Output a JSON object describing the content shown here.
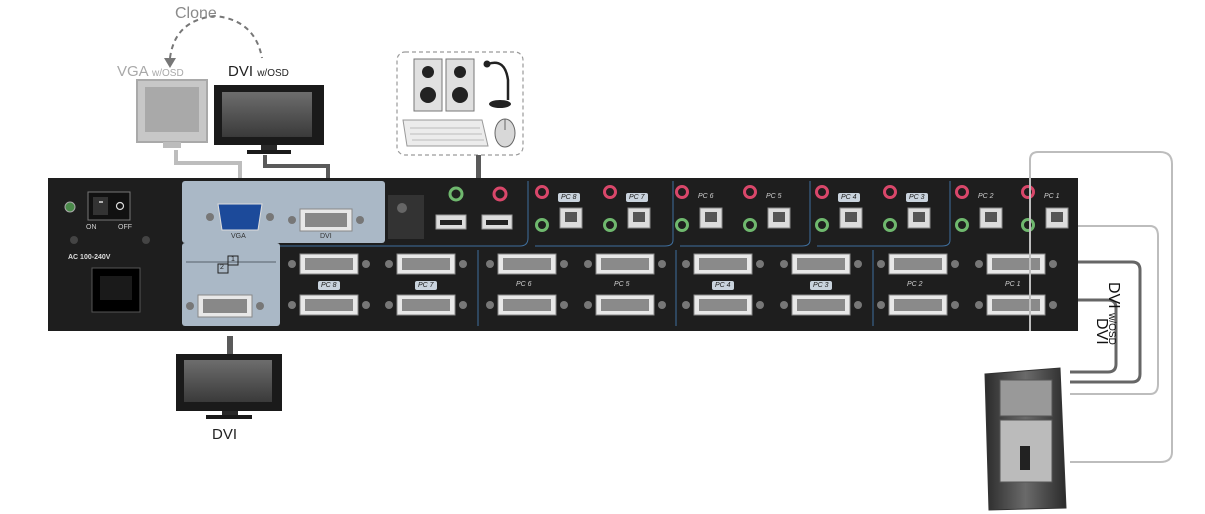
{
  "top": {
    "clone_label": "Clone",
    "vga_monitor": {
      "name": "VGA",
      "suffix": "w/OSD"
    },
    "dvi_monitor": {
      "name": "DVI",
      "suffix": "w/OSD"
    }
  },
  "bottom_monitor_label": "DVI",
  "right_cables": {
    "dvi_wosd": {
      "name": "DVI",
      "suffix": "w/OSD"
    },
    "dvi": "DVI"
  },
  "panel": {
    "power_label": "AC 100-240V",
    "switch_on": "ON",
    "switch_off": "OFF",
    "vga_port_label": "VGA",
    "dvi_port_label": "DVI",
    "display_icons": [
      "1",
      "2"
    ],
    "audio_pc_labels": [
      "PC 8",
      "PC 7",
      "PC 6",
      "PC 5",
      "PC 4",
      "PC 3",
      "PC 2",
      "PC 1"
    ],
    "dvi_pc_labels": [
      "PC 8",
      "PC 7",
      "PC 6",
      "PC 5",
      "PC 4",
      "PC 3",
      "PC 2",
      "PC 1"
    ]
  },
  "colors": {
    "panel": "#1e1e1e",
    "console_area": "#aab8c6",
    "pink_jack": "#d9476a",
    "green_jack": "#6fb86e",
    "cable_dark": "#555555",
    "cable_light": "#bdbdbd"
  }
}
